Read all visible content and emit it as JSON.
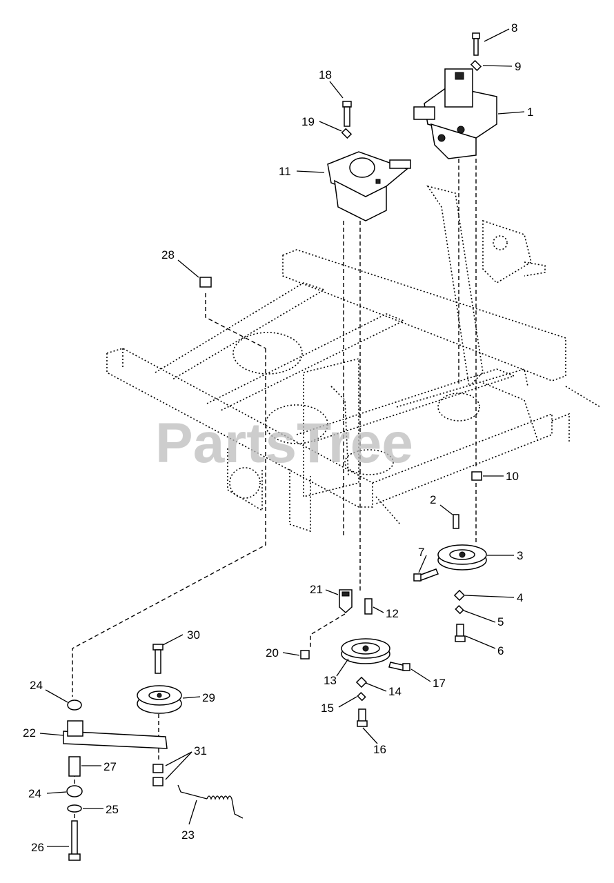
{
  "watermark": "PartsTree",
  "callouts": [
    {
      "id": "c1",
      "text": "1"
    },
    {
      "id": "c2",
      "text": "2"
    },
    {
      "id": "c3",
      "text": "3"
    },
    {
      "id": "c4",
      "text": "4"
    },
    {
      "id": "c5",
      "text": "5"
    },
    {
      "id": "c6",
      "text": "6"
    },
    {
      "id": "c7",
      "text": "7"
    },
    {
      "id": "c8",
      "text": "8"
    },
    {
      "id": "c9",
      "text": "9"
    },
    {
      "id": "c10",
      "text": "10"
    },
    {
      "id": "c11",
      "text": "11"
    },
    {
      "id": "c12",
      "text": "12"
    },
    {
      "id": "c13",
      "text": "13"
    },
    {
      "id": "c14",
      "text": "14"
    },
    {
      "id": "c15",
      "text": "15"
    },
    {
      "id": "c16",
      "text": "16"
    },
    {
      "id": "c17",
      "text": "17"
    },
    {
      "id": "c18",
      "text": "18"
    },
    {
      "id": "c19",
      "text": "19"
    },
    {
      "id": "c20",
      "text": "20"
    },
    {
      "id": "c21",
      "text": "21"
    },
    {
      "id": "c22",
      "text": "22"
    },
    {
      "id": "c23",
      "text": "23"
    },
    {
      "id": "c24a",
      "text": "24"
    },
    {
      "id": "c24b",
      "text": "24"
    },
    {
      "id": "c25",
      "text": "25"
    },
    {
      "id": "c26",
      "text": "26"
    },
    {
      "id": "c27",
      "text": "27"
    },
    {
      "id": "c28",
      "text": "28"
    },
    {
      "id": "c29",
      "text": "29"
    },
    {
      "id": "c30",
      "text": "30"
    },
    {
      "id": "c31",
      "text": "31"
    }
  ]
}
